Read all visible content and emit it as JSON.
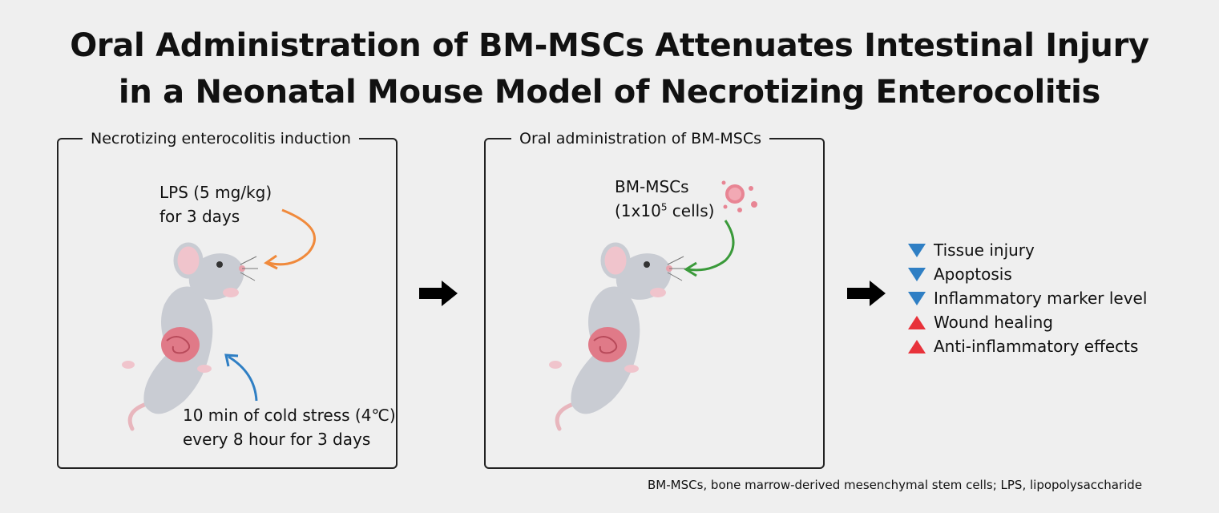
{
  "title": {
    "line1": "Oral Administration of BM-MSCs Attenuates Intestinal Injury",
    "line2": "in a Neonatal Mouse Model of Necrotizing Enterocolitis"
  },
  "panel1": {
    "label": "Necrotizing enterocolitis induction",
    "lps_line1": "LPS (5 mg/kg)",
    "lps_line2": "for 3 days",
    "cold_line1": "10 min of cold stress (4℃)",
    "cold_line2": "every 8 hour for 3 days",
    "arrow_colors": {
      "lps": "#f08a3c",
      "cold": "#2f7fc4"
    }
  },
  "panel2": {
    "label": "Oral administration of BM-MSCs",
    "cells_line1": "BM-MSCs",
    "cells_line2_prefix": "(1x10",
    "cells_line2_sup": "5",
    "cells_line2_suffix": " cells)",
    "arrow_color": "#3a9a3a"
  },
  "outcomes": [
    {
      "label": "Tissue injury",
      "direction": "down"
    },
    {
      "label": "Apoptosis",
      "direction": "down"
    },
    {
      "label": "Inflammatory marker level",
      "direction": "down"
    },
    {
      "label": "Wound healing",
      "direction": "up"
    },
    {
      "label": "Anti-inflammatory effects",
      "direction": "up"
    }
  ],
  "footnote": "BM-MSCs, bone marrow-derived mesenchymal stem cells; LPS, lipopolysaccharide",
  "colors": {
    "decrease": "#2f7fc4",
    "increase": "#e8323a",
    "mouse": "#c9ccd3",
    "intestine": "#e07a88"
  }
}
